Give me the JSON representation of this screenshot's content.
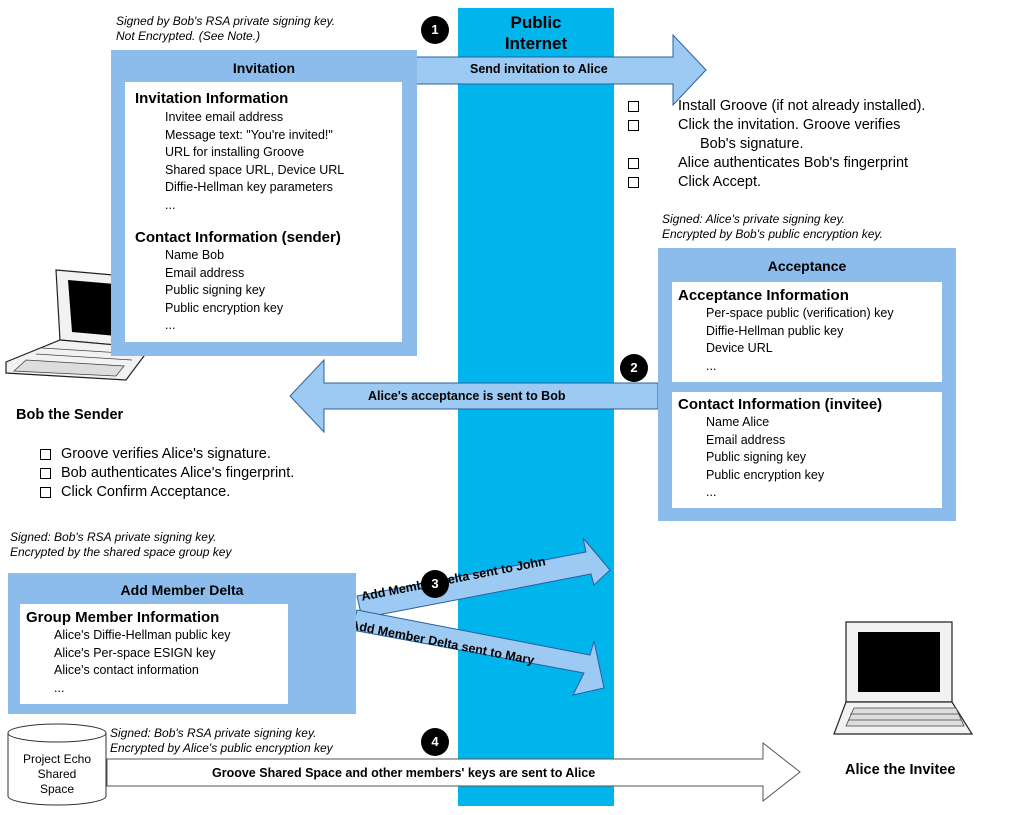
{
  "internet": {
    "label_line1": "Public",
    "label_line2": "Internet"
  },
  "badges": [
    "1",
    "2",
    "3",
    "4"
  ],
  "invitation": {
    "note_line1": "Signed by Bob's RSA private signing key.",
    "note_line2": "Not Encrypted. (See Note.)",
    "title": "Invitation",
    "info_title": "Invitation Information",
    "info_items": [
      "Invitee email address",
      "Message text: \"You're invited!\"",
      "URL for installing Groove",
      "Shared space URL, Device URL",
      "Diffie-Hellman key parameters",
      "..."
    ],
    "contact_title": "Contact Information (sender)",
    "contact_items": [
      "Name  Bob",
      "Email address",
      "Public signing key",
      "Public encryption key",
      "..."
    ]
  },
  "arrows": {
    "send_invitation": "Send invitation to Alice",
    "acceptance_to_bob": "Alice's acceptance is sent to Bob",
    "delta_john": "Add Member Delta sent to John",
    "delta_mary": "Add Member Delta sent to Mary",
    "shared_space": "Groove Shared Space and other members' keys are  sent to Alice"
  },
  "alice_steps": [
    "Install Groove (if not already installed).",
    "Click the invitation. Groove verifies",
    "Bob's signature.",
    "Alice authenticates Bob's fingerprint",
    "Click Accept."
  ],
  "acceptance": {
    "note_line1": "Signed: Alice's private signing key.",
    "note_line2": "Encrypted by Bob's public encryption key.",
    "title": "Acceptance",
    "info_title": "Acceptance Information",
    "info_items": [
      "Per-space public (verification) key",
      "Diffie-Hellman public key",
      "Device URL",
      "..."
    ],
    "contact_title": "Contact Information (invitee)",
    "contact_items": [
      "Name  Alice",
      "Email address",
      "Public signing key",
      "Public encryption key",
      "..."
    ]
  },
  "bob": {
    "label": "Bob the Sender",
    "steps": [
      "Groove verifies Alice's signature.",
      "Bob authenticates Alice's fingerprint.",
      "Click Confirm Acceptance."
    ]
  },
  "add_member": {
    "note_line1": "Signed: Bob's RSA private signing key.",
    "note_line2": "Encrypted by the shared space group key",
    "title": "Add Member Delta",
    "info_title": "Group Member Information",
    "info_items": [
      "Alice's Diffie-Hellman public key",
      "Alice's Per-space ESIGN key",
      "Alice's contact information",
      "..."
    ]
  },
  "shared_space": {
    "name_line1": "Project Echo",
    "name_line2": "Shared",
    "name_line3": "Space",
    "note_line1": "Signed: Bob's RSA private signing key.",
    "note_line2": "Encrypted by Alice's public encryption  key"
  },
  "alice": {
    "label": "Alice the Invitee"
  },
  "colors": {
    "internet": "#00b4ec",
    "box": "#8cbcec",
    "arrow": "#9ccaf2"
  }
}
